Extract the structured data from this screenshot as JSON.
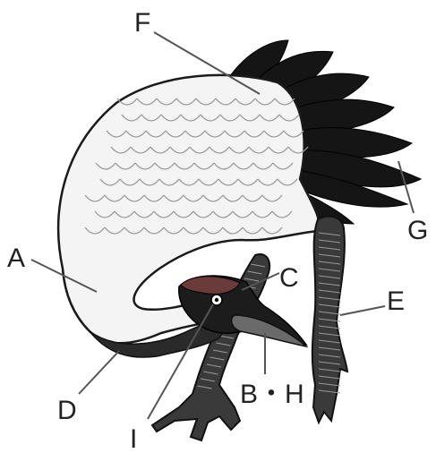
{
  "colors": {
    "ink": "#1a1a1a",
    "feather_white": "#f4f4f4",
    "scale_line": "#9a9a9a",
    "tail_black": "#151515",
    "crown_red": "#6b3a3a",
    "leader_line": "#555555"
  },
  "labels": {
    "A": "A",
    "B_H": "B・H",
    "C": "C",
    "D": "D",
    "E": "E",
    "F": "F",
    "G": "G",
    "I": "I"
  }
}
